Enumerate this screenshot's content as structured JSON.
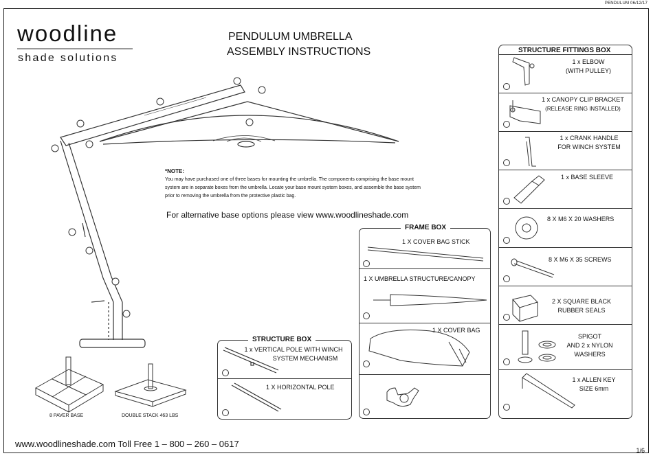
{
  "header": {
    "doc_code": "PENDULUM 06/12/17",
    "brand": "woodline",
    "tagline": "shade solutions",
    "title_line1": "PENDULUM UMBRELLA",
    "title_line2": "ASSEMBLY INSTRUCTIONS"
  },
  "note": {
    "heading": "*NOTE:",
    "body": "You may have purchased one of three bases for mounting the umbrella. The components comprising the base mount system are in separate boxes from the umbrella. Locate your base mount system boxes, and assemble the base system prior to removing the umbrella from the protective plastic bag."
  },
  "alternative_text": "For alternative base options please view www.woodlineshade.com",
  "bases": {
    "paver": "8 PAVER BASE",
    "stack": "DOUBLE STACK 463 LBS"
  },
  "structure_box": {
    "title": "STRUCTURE BOX",
    "items": [
      {
        "line1": "1 x VERTICAL POLE WITH WINCH",
        "line2": "SYSTEM MECHANISM"
      },
      {
        "line1": "1 X HORIZONTAL POLE",
        "line2": ""
      }
    ]
  },
  "frame_box": {
    "title": "FRAME BOX",
    "items": [
      "1 X COVER BAG STICK",
      "1 X UMBRELLA STRUCTURE/CANOPY",
      "1 X COVER BAG",
      ""
    ]
  },
  "fittings_box": {
    "title": "STRUCTURE FITTINGS BOX",
    "items": [
      {
        "line1": "1 x ELBOW",
        "line2": "(WITH PULLEY)"
      },
      {
        "line1": "1 x CANOPY CLIP BRACKET",
        "line2": "(RELEASE RING INSTALLED)"
      },
      {
        "line1": "1 x CRANK HANDLE",
        "line2": "FOR WINCH SYSTEM"
      },
      {
        "line1": "1 x BASE SLEEVE",
        "line2": ""
      },
      {
        "line1": "8 X M6 X 20 WASHERS",
        "line2": ""
      },
      {
        "line1": "8 X M6 X 35 SCREWS",
        "line2": ""
      },
      {
        "line1": "2 X SQUARE BLACK",
        "line2": "RUBBER SEALS"
      },
      {
        "line1": "SPIGOT",
        "line2": "AND 2 x NYLON",
        "line3": "WASHERS"
      },
      {
        "line1": "1 x ALLEN KEY",
        "line2": "SIZE 6mm"
      }
    ]
  },
  "footer": {
    "contact": "www.woodlineshade.com  Toll Free 1 – 800 – 260 – 0617",
    "page": "1/6"
  },
  "colors": {
    "line": "#333333",
    "rule": "#999999"
  }
}
